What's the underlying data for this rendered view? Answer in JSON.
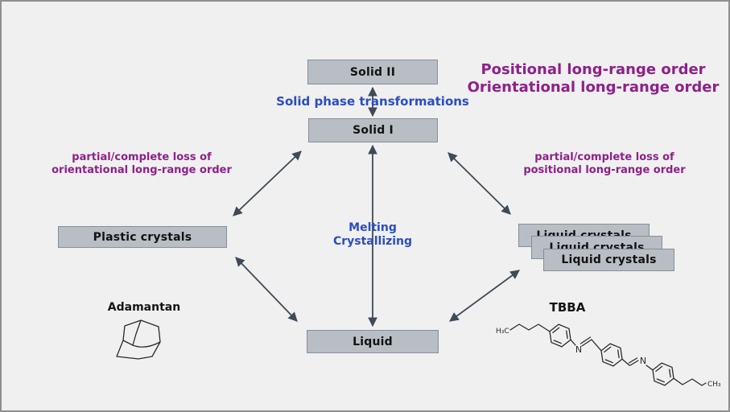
{
  "diagram": {
    "boxes": {
      "solid2": "Solid II",
      "solid1": "Solid I",
      "plastic": "Plastic crystals",
      "liquid": "Liquid",
      "lc_back": "Liquid crystals",
      "lc_mid": "Liquid crystals",
      "lc_front": "Liquid crystals"
    },
    "annotations": {
      "heading_line1": "Positional long-range order",
      "heading_line2": "Orientational long-range order",
      "solid_phase": "Solid phase transformations",
      "melting": "Melting",
      "crystallizing": "Crystallizing",
      "left_loss1": "partial/complete loss of",
      "left_loss2": "orientational long-range order",
      "right_loss1": "partial/complete loss of",
      "right_loss2": "positional long-range order",
      "adamantan": "Adamantan",
      "tbba": "TBBA"
    },
    "molecule_labels": {
      "h3c": "H₃C",
      "n_left": "N",
      "n_right": "N",
      "ch3": "CH₃"
    },
    "colors": {
      "background": "#f0f0f1",
      "box_fill": "#b9bec4",
      "box_border": "#868e96",
      "blue_text": "#2a4dc4",
      "purple_text": "#8e2189",
      "arrow": "#3e4a56"
    }
  }
}
